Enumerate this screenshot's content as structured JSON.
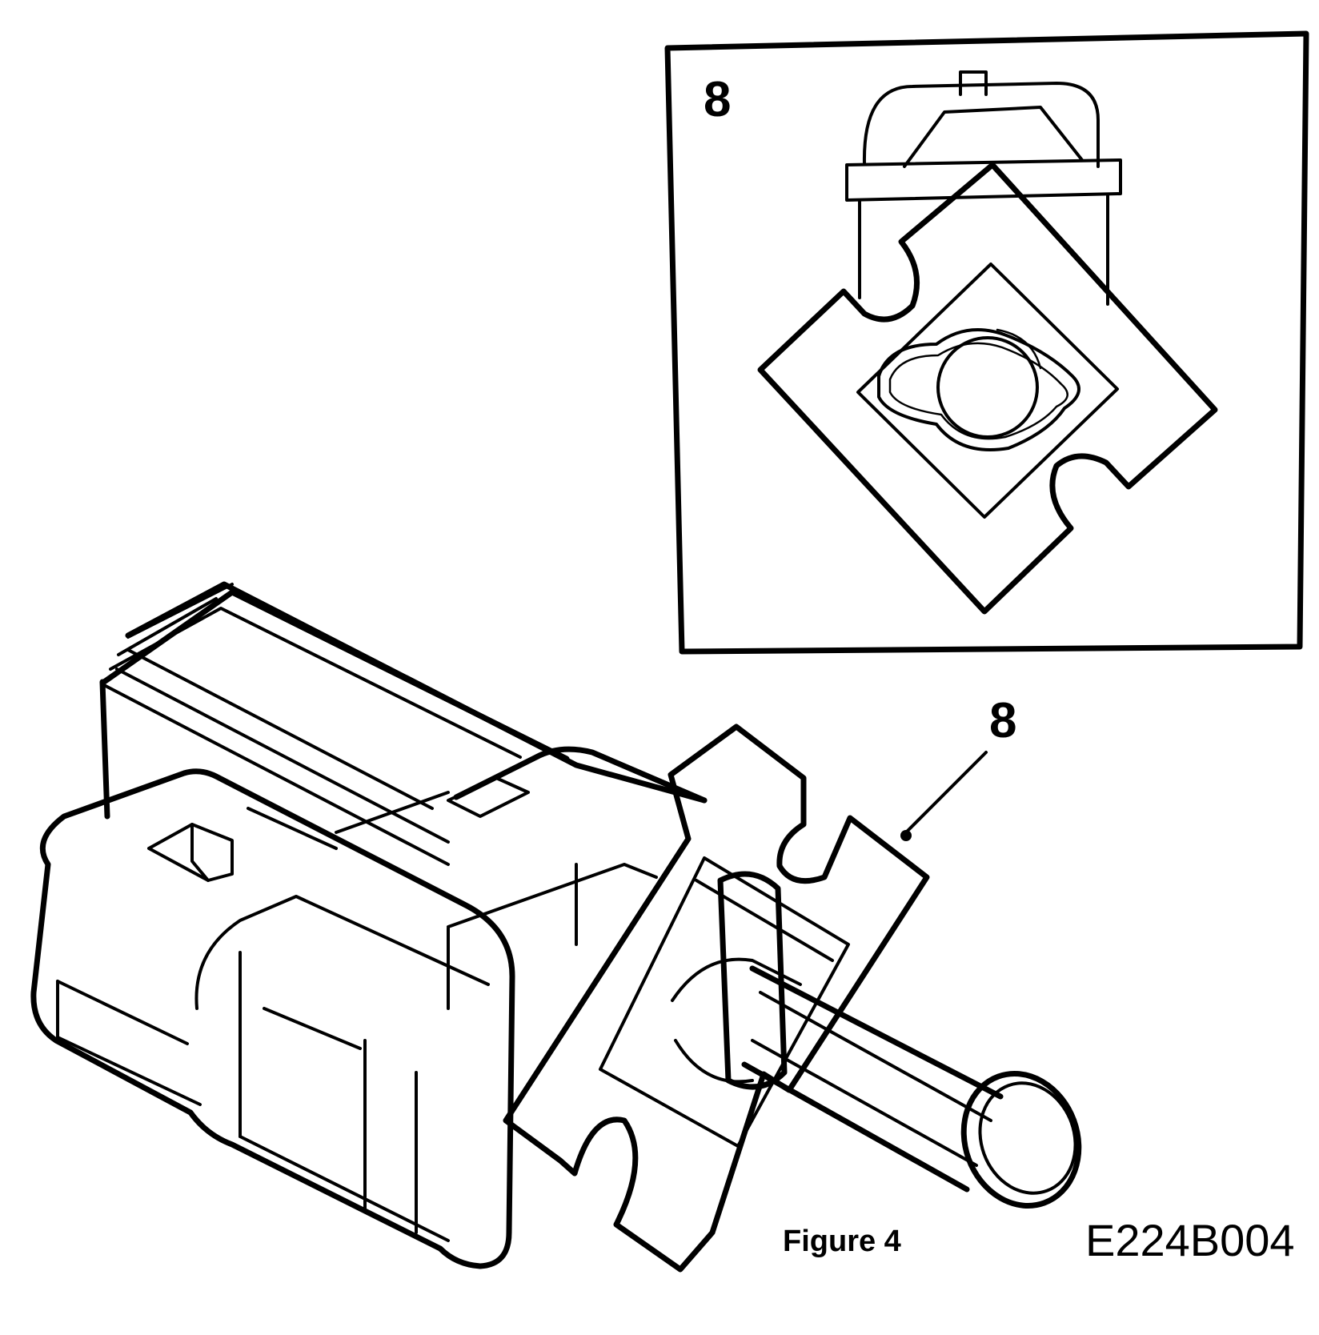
{
  "figure": {
    "caption": "Figure 4",
    "drawing_code": "E224B004",
    "inset_callout": "8",
    "main_callout": "8"
  },
  "colors": {
    "ink": "#000000",
    "paper": "#ffffff"
  }
}
